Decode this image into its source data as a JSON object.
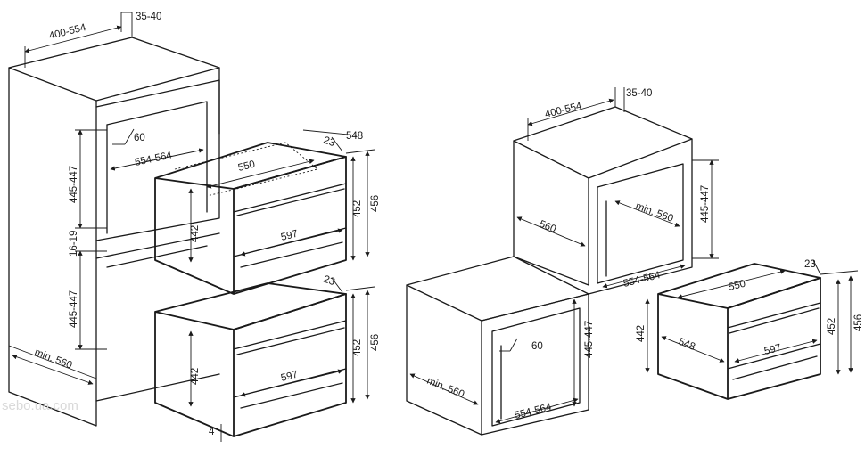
{
  "left_drawing": {
    "cabinet_width": "400-554",
    "cabinet_back_gap": "35-40",
    "upper_cutout_height": "445-447",
    "separator_height": "16-19",
    "lower_cutout_height": "445-447",
    "cabinet_depth": "min. 560",
    "cutout_width": "554-564",
    "angle": "60",
    "upper_oven": {
      "depth": "548",
      "front_offset": "23",
      "width_body": "550",
      "height_body": "442",
      "height_front": "452",
      "height_total": "456",
      "width_front": "597"
    },
    "lower_oven": {
      "front_offset": "23",
      "height_body": "442",
      "height_front": "452",
      "height_total": "456",
      "width_front": "597",
      "bottom_gap": "4"
    },
    "watermark": "sebo.ua.com"
  },
  "right_drawing": {
    "cabinet_width": "400-554",
    "cabinet_back_gap": "35-40",
    "upper_depth": "560",
    "upper_inner_depth": "min. 560",
    "upper_cutout_height": "445-447",
    "upper_cutout_width": "554-564",
    "lower_cutout_height": "445-447",
    "lower_depth": "min. 560",
    "lower_cutout_width": "554-564",
    "angle": "60",
    "oven": {
      "front_offset": "23",
      "width_body": "550",
      "height_body": "442",
      "height_front": "452",
      "height_total": "456",
      "depth": "548",
      "width_front": "597"
    }
  }
}
